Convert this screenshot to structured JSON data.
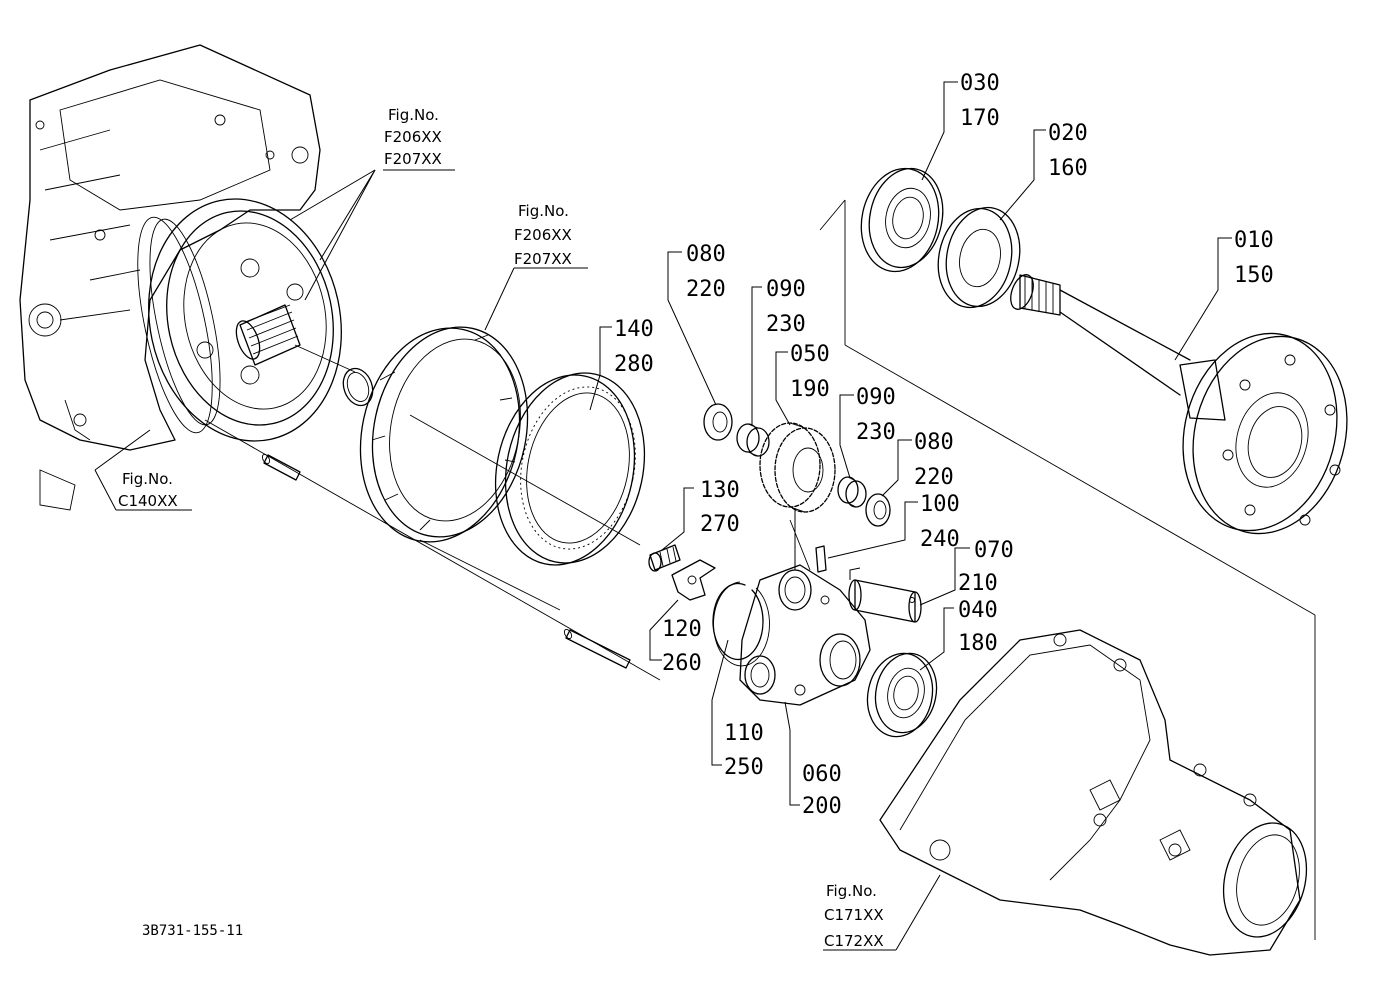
{
  "drawing_code": "3B731-155-11",
  "fig_refs": [
    {
      "id": "ref-top-left",
      "heading": "Fig.No.",
      "lines": [
        "F206XX",
        "F207XX"
      ]
    },
    {
      "id": "ref-mid",
      "heading": "Fig.No.",
      "lines": [
        "F206XX",
        "F207XX"
      ]
    },
    {
      "id": "ref-left",
      "heading": "Fig.No.",
      "lines": [
        "C140XX"
      ]
    },
    {
      "id": "ref-bottom",
      "heading": "Fig.No.",
      "lines": [
        "C171XX",
        "C172XX"
      ]
    }
  ],
  "callouts": [
    {
      "id": "p030",
      "top": "030",
      "bottom": "170"
    },
    {
      "id": "p020",
      "top": "020",
      "bottom": "160"
    },
    {
      "id": "p010",
      "top": "010",
      "bottom": "150"
    },
    {
      "id": "p080a",
      "top": "080",
      "bottom": "220"
    },
    {
      "id": "p090a",
      "top": "090",
      "bottom": "230"
    },
    {
      "id": "p140",
      "top": "140",
      "bottom": "280"
    },
    {
      "id": "p050",
      "top": "050",
      "bottom": "190"
    },
    {
      "id": "p090b",
      "top": "090",
      "bottom": "230"
    },
    {
      "id": "p080b",
      "top": "080",
      "bottom": "220"
    },
    {
      "id": "p100",
      "top": "100",
      "bottom": "240"
    },
    {
      "id": "p130",
      "top": "130",
      "bottom": "270"
    },
    {
      "id": "p070",
      "top": "070",
      "bottom": "210"
    },
    {
      "id": "p040",
      "top": "040",
      "bottom": "180"
    },
    {
      "id": "p120",
      "top": "120",
      "bottom": "260"
    },
    {
      "id": "p110",
      "top": "110",
      "bottom": "250"
    },
    {
      "id": "p060",
      "top": "060",
      "bottom": "200"
    }
  ]
}
